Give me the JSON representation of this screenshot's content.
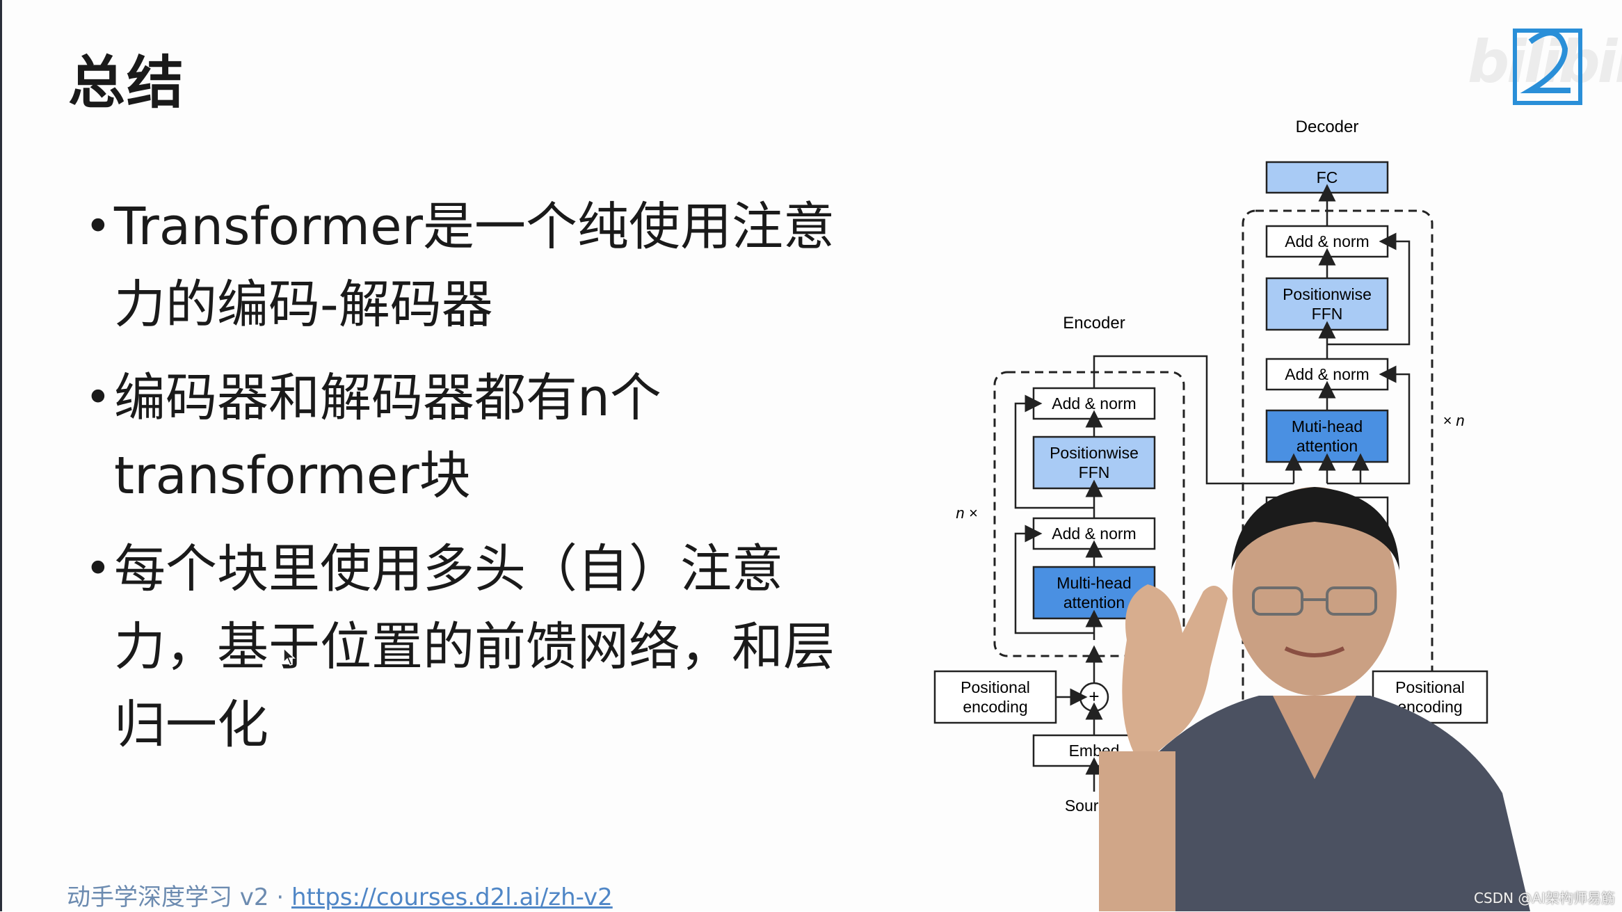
{
  "slide": {
    "title": "总结",
    "bullets": [
      {
        "line1": "Transformer是一个纯使用注意",
        "line2": "力的编码-解码器"
      },
      {
        "line1": "编码器和解码器都有n个",
        "line2": "transformer块"
      },
      {
        "line1": "每个块里使用多头（自）注意",
        "line2": "力，基于位置的前馈网络，和层",
        "line3": "归一化"
      }
    ],
    "footer_prefix": "动手学深度学习 v2 · ",
    "footer_link": "https://courses.d2l.ai/zh-v2"
  },
  "diagram": {
    "encoder_label": "Encoder",
    "decoder_label": "Decoder",
    "fc": "FC",
    "enc_add_norm_top": "Add & norm",
    "enc_ffn_1": "Positionwise",
    "enc_ffn_2": "FFN",
    "enc_add_norm_bottom": "Add & norm",
    "enc_mha_1": "Multi-head",
    "enc_mha_2": "attention",
    "enc_pos_enc_1": "Positional",
    "enc_pos_enc_2": "encoding",
    "enc_embed": "Embed",
    "enc_sources": "Sources",
    "enc_repeat": "n ×",
    "dec_add_norm_top": "Add & norm",
    "dec_ffn_1": "Positionwise",
    "dec_ffn_2": "FFN",
    "dec_add_norm_mid": "Add & norm",
    "dec_mha_1": "Muti-head",
    "dec_mha_2": "attention",
    "dec_pos_enc_1": "Positional",
    "dec_pos_enc_2": "encoding",
    "dec_repeat": "× n",
    "plus_symbol": "+"
  },
  "overlay": {
    "watermark": "CSDN @AI架构师易筋",
    "platform_logo": "bilibili"
  },
  "colors": {
    "box_light_blue": "#a9cbf5",
    "box_dark_blue": "#4a90e2",
    "footer_text": "#6c8bb0",
    "footer_link": "#4f86c6",
    "logo_blue": "#2a8fd8"
  }
}
